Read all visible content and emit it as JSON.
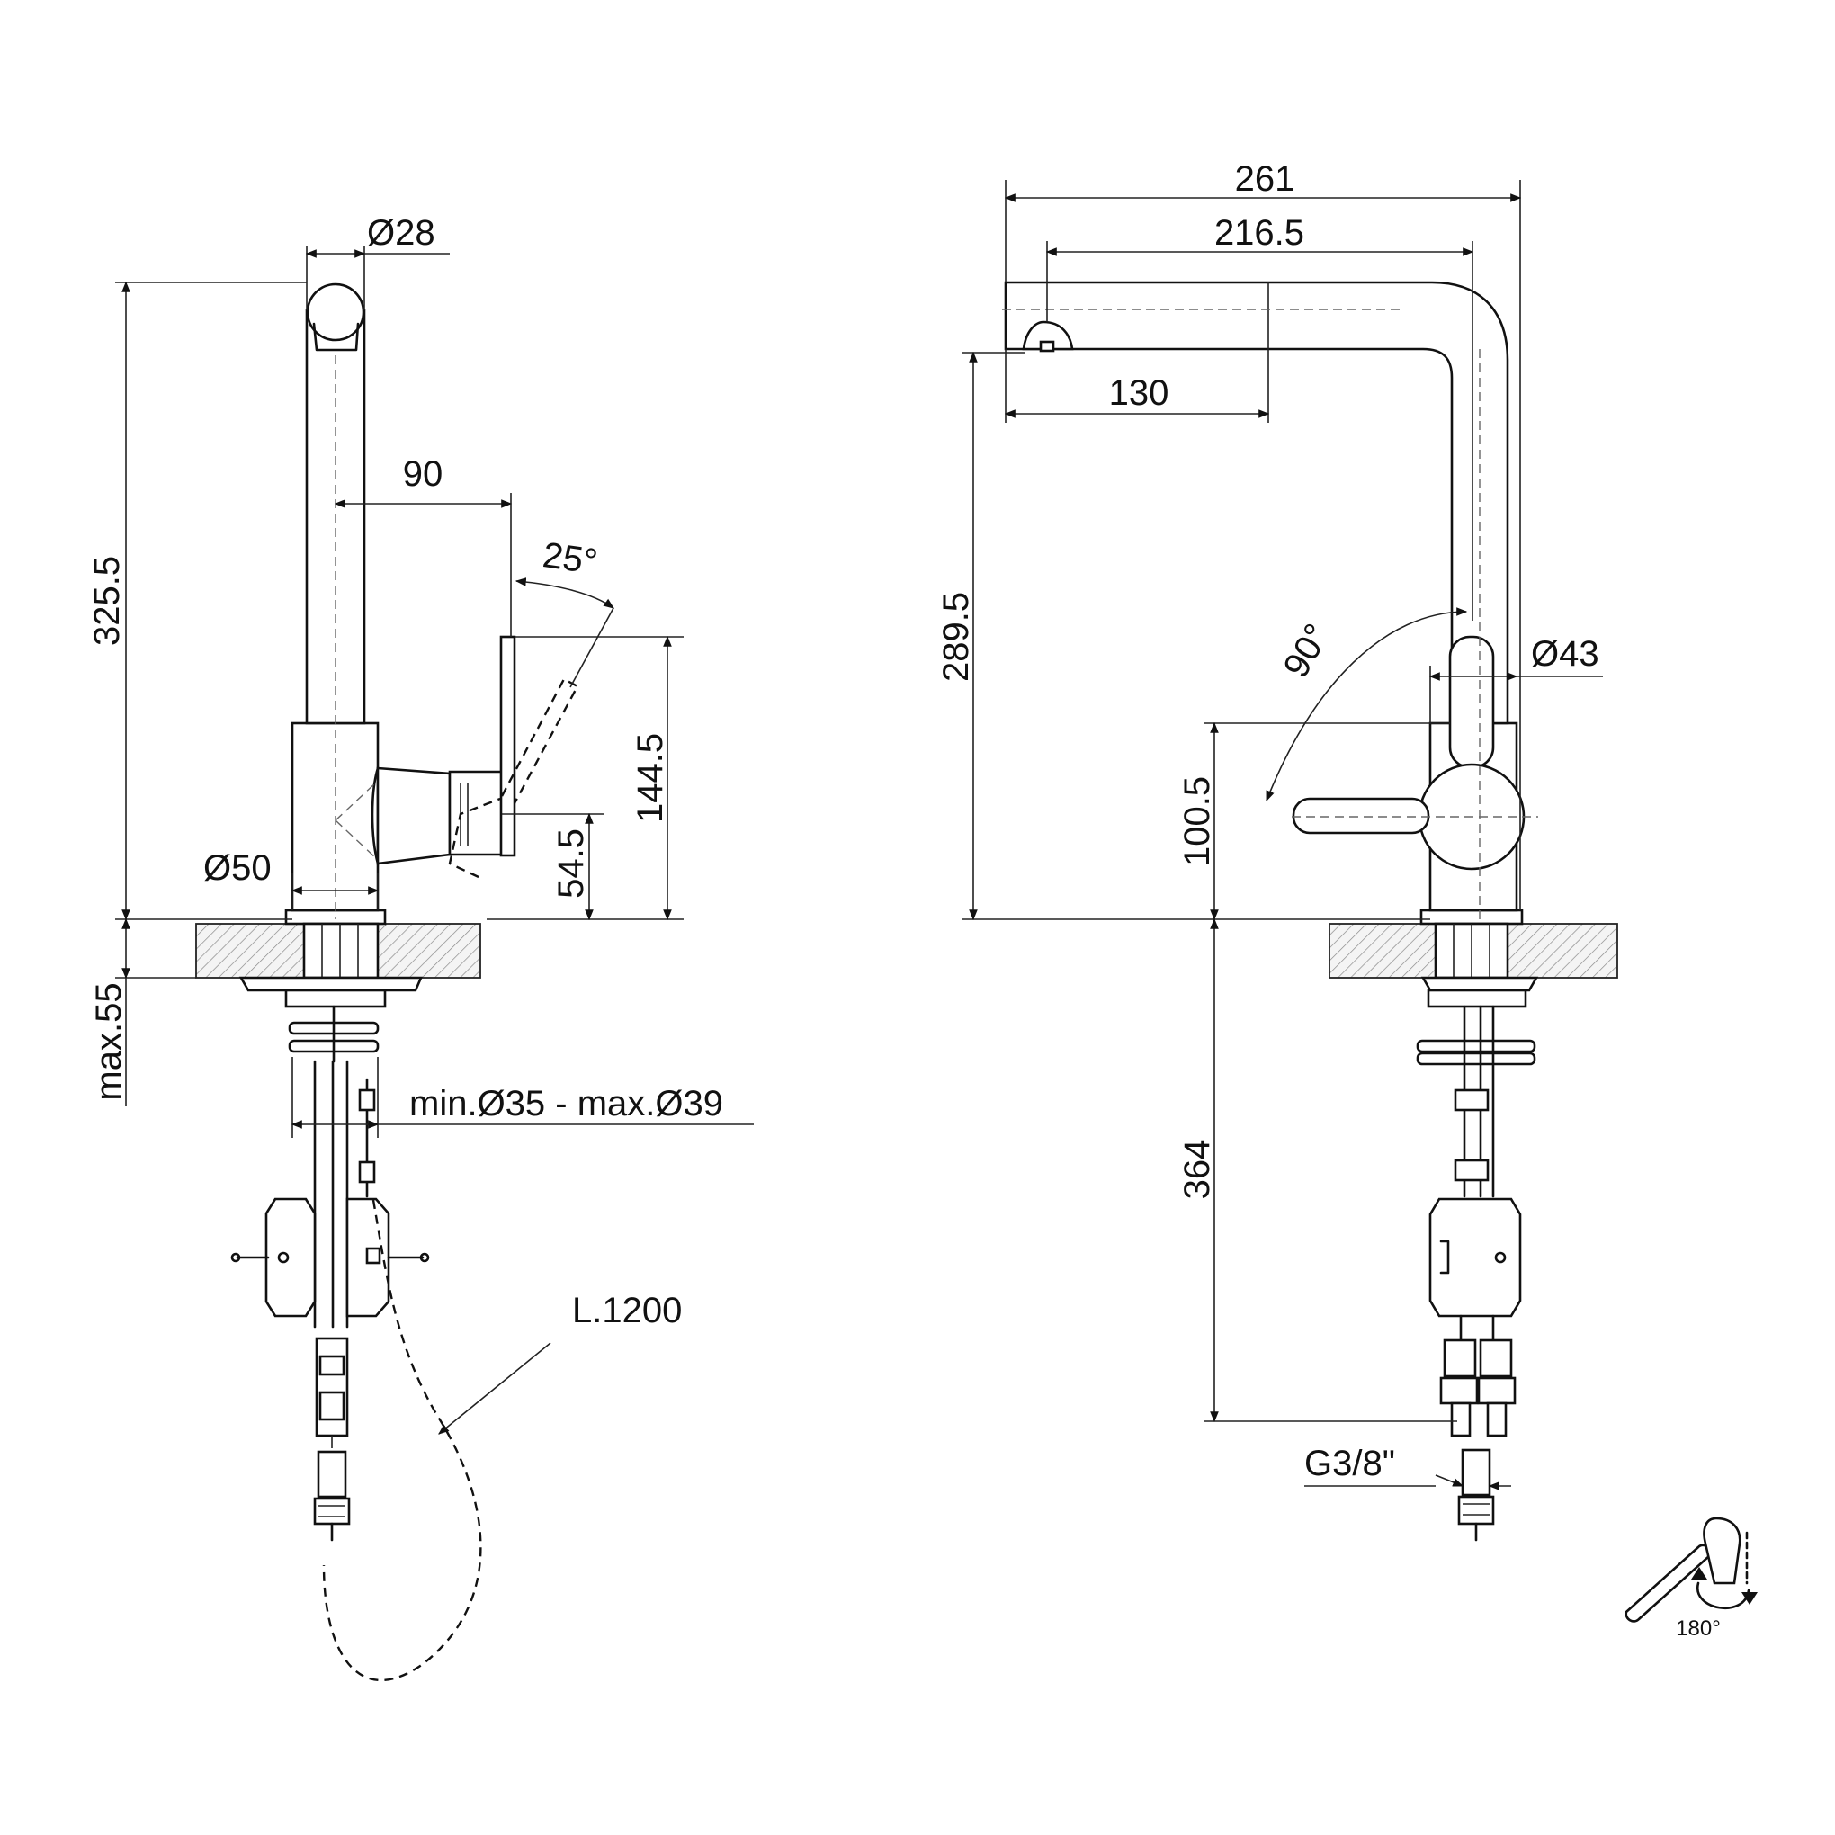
{
  "left_view": {
    "dims": {
      "dia_spout": "Ø28",
      "height_total": "325.5",
      "lever_offset": "90",
      "lever_angle": "25°",
      "lever_height": "144.5",
      "lever_base": "54.5",
      "dia_base": "Ø50",
      "deck_thickness": "max.55",
      "hole_dia": "min.Ø35 - max.Ø39",
      "hose_length": "L.1200"
    }
  },
  "right_view": {
    "dims": {
      "overall_reach": "261",
      "spout_reach": "216.5",
      "head_length": "130",
      "spout_height": "289.5",
      "lever_angle": "90°",
      "dia_body": "Ø43",
      "lever_height": "100.5",
      "hose_drop": "364",
      "thread": "G3/8\""
    }
  },
  "rotation_icon": {
    "label": "180°",
    "icon": "rotate-spout-icon"
  }
}
